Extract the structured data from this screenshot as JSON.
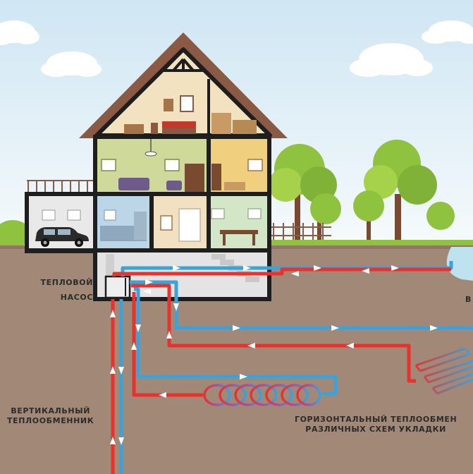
{
  "labels": {
    "heat_pump_line1": "ТЕПЛОВОЙ",
    "heat_pump_line2": "НАСОС",
    "vertical_line1": "ВЕРТИКАЛЬНЫЙ",
    "vertical_line2": "ТЕПЛООБМЕННИК",
    "horizontal_line1": "ГОРИЗОНТАЛЬНЫЙ ТЕПЛООБМЕН",
    "horizontal_line2": "РАЗЛИЧНЫХ СХЕМ УКЛАДКИ",
    "edge_fragment": "В"
  },
  "colors": {
    "sky_top": "#cfe6f3",
    "sky_bottom": "#f6fafc",
    "ground": "#a18877",
    "pipe_hot": "#e8322d",
    "pipe_cold": "#3aa3dc",
    "roof": "#8a5a44",
    "frame": "#1e1e1e",
    "tree_green": "#8fc33f",
    "trunk": "#7a4a30",
    "water": "#bfe3ee"
  },
  "icons": [
    "flow-arrow-icon",
    "car-icon",
    "tree-icon",
    "cloud-icon",
    "heat-pump-unit-icon"
  ]
}
